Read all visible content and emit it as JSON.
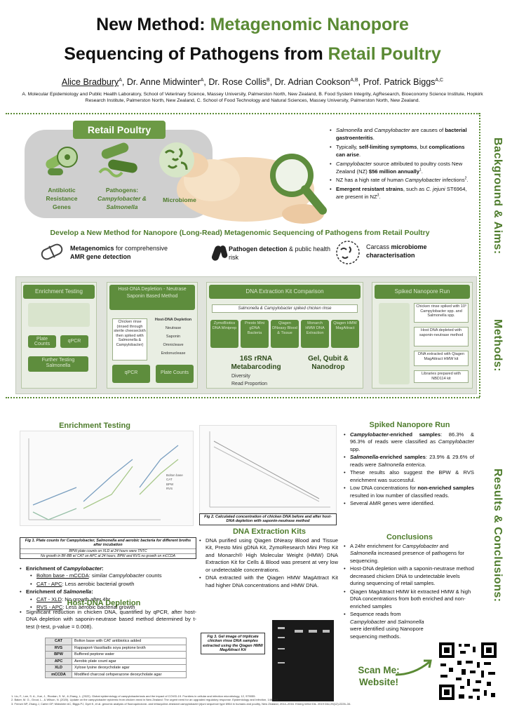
{
  "title": {
    "line1_prefix": "New Method: ",
    "line1_green": "Metagenomic Nanopore",
    "line2_prefix": "Sequencing of Pathogens from ",
    "line2_green": "Retail Poultry"
  },
  "authors": {
    "a1": "Alice Bradbury",
    "a1s": "A",
    "a2": ", Dr. Anne Midwinter",
    "a2s": "A",
    "a3": ", Dr. Rose Collis",
    "a3s": "B",
    "a4": ", Dr. Adrian Cookson",
    "a4s": "A,B",
    "a5": ", Prof. Patrick Biggs",
    "a5s": "A,C"
  },
  "affiliations": "A. Molecular Epidemiology and Public Health Laboratory, School of Veterinary Science, Massey University, Palmerston North, New Zealand, B. Food System Integrity, AgResearch, Bioeconomy Science Institute, Hopkirk Research Institute, Palmerston North, New Zealand, C. School of Food Technology and Natural Sciences, Massey University, Palmerston North, New Zealand.",
  "retail": {
    "title": "Retail Poultry",
    "amr": "Antibiotic Resistance Genes",
    "pathogens_label": "Pathogens:",
    "pathogens_names": "Campylobacter & Salmonella",
    "microbiome": "Microbiome"
  },
  "background": {
    "b1a": "Salmonella",
    "b1b": " and ",
    "b1c": "Campylobacter",
    "b1d": " are causes of ",
    "b1e": "bacterial gastroenteritis",
    "b2a": "Typically, ",
    "b2b": "self-limiting symptoms",
    "b2c": ", but ",
    "b2d": "complications can arise",
    "b3a": "Campylobacter",
    "b3b": " source attributed to poultry costs New Zealand (NZ) ",
    "b3c": "$56 million annually",
    "b3d": "1",
    "b4a": "NZ has a high rate of human ",
    "b4b": "Campylobacter",
    "b4c": " infections",
    "b4d": "2",
    "b5a": "Emergent resistant strains",
    "b5b": ", such as ",
    "b5c": "C. jejuni",
    "b5d": " ST6964, are present in NZ",
    "b5e": "3"
  },
  "sidebar": {
    "background": "Background & Aims:",
    "methods": "Methods:",
    "results": "Results & Conclusions:"
  },
  "aims": {
    "heading": "Develop a New Method for Nanopore (Long-Read) Metagenomic Sequencing of Pathogens from Retail Poultry",
    "a1b": "Metagenomics",
    "a1r": " for comprehensive ",
    "a1c": "AMR gene detection",
    "a2b": "Pathogen detection",
    "a2r": " & public health risk",
    "a3r": "Carcass ",
    "a3b": "microbiome characterisation"
  },
  "methods": {
    "enrich": {
      "title": "Enrichment Testing",
      "plate": "Plate Counts",
      "qpcr": "qPCR",
      "further": "Further Testing Salmonella"
    },
    "depl": {
      "title": "Host-DNA Depletion - Neutrase Saponin Based Method",
      "hostdna": "Host-DNA Depletion",
      "neutrase": "Neutrase",
      "saponin": "Saponin",
      "omni": "Omnicleave Endonuclease",
      "rinse": "Chicken rinse (rinsed through sterile cheesecloth then spiked with Salmonella & Campylobacter)",
      "qpcr": "qPCR",
      "plate": "Plate Counts"
    },
    "kit": {
      "title": "DNA Extraction Kit Comparison",
      "spiked": "Salmonella & Campylobacter spiked chicken rinse",
      "k1": "ZymoBiotics DNA Miniprep",
      "k2": "Presto Mini gDNA Bacteria",
      "k3": "Qiagen DNeasy Blood & Tissue",
      "k4": "Monarch HMW DNA Extraction",
      "k5": "Qiagen HMW MagAttract",
      "r16s": "16S rRNA Metabarcoding",
      "gel": "Gel, Qubit & Nanodrop",
      "div": "Diversity",
      "read": "Read Proportion"
    },
    "spiked": {
      "title": "Spiked Nanopore Run",
      "s1": "Chicken rinse spiked with 10³ Campylobacter spp. and Salmonella spp.",
      "s2": "Host DNA depleted with saponin-neutrase method",
      "s3": "DNA extracted with Qiagen MagAttract HMW kit",
      "s4": "Libraries prepared with NBD114 kit"
    }
  },
  "results": {
    "enrich_title": "Enrichment Testing",
    "fig1": "Fig 1. Plate counts for Campylobacter, Salmonella and aerobic bacteria for different broths after incubation",
    "fig1_note1": "BPW plate counts on XLD at 24 hours were TNTC",
    "fig1_note2": "No growth in BF-BB w/ CAT on APC at 24 hours, BPW and RVS no growth on mCCDA",
    "legend": [
      "Bolton base",
      "CAT",
      "BPW",
      "RVS"
    ],
    "e1a": "Enrichment of ",
    "e1b": "Campylobacter",
    "e1s1a": "Bolton base - mCCDA",
    "e1s1b": ": similar ",
    "e1s1c": "Campylobacter",
    "e1s1d": " counts",
    "e1s2a": "CAT - APC",
    "e1s2b": ": Less aerobic bacterial growth",
    "e2a": "Enrichment of ",
    "e2b": "Salmonella",
    "e2s1a": "CAT - XLD",
    "e2s1b": ": No growth after 4hr",
    "e2s2a": "RVS - APC",
    "e2s2b": ": Less aerobic bacterial growth",
    "host_title": "Host-DNA Depletion",
    "host_text": "Significant reduction in chicken DNA, quantified by qPCR, after host-DNA depletion with saponin-neutrase based method determined by t-test (t-test, p-value = 0.008).",
    "abbr": [
      [
        "CAT",
        "Bolton base with CAT antibiotics added"
      ],
      [
        "RVS",
        "Rappaport-Vassiliadis soya peptone broth"
      ],
      [
        "BPW",
        "Buffered peptone water"
      ],
      [
        "APC",
        "Aerobic plate count agar"
      ],
      [
        "XLD",
        "Xylose lysine deoxycholate agar"
      ],
      [
        "mCCDA",
        "Modified charcoal cefoperazone deoxycholate agar"
      ]
    ],
    "fig2": "Fig 2. Calculated concentration of chicken DNA before and after host-DNA depletion with saponin-neutrase method",
    "kits_title": "DNA Extraction Kits",
    "k1": "DNA purified using Qiagen DNeasy Blood and Tissue Kit, Presto Mini gDNA Kit, ZymoResearch Mini Prep Kit and Monarch® High Molecular Weight (HMW) DNA Extraction Kit for Cells & Blood was present at very low or undetectable concentrations.",
    "k2": "DNA extracted with the Qiagen HMW MagAttract Kit had higher DNA concentrations and HMW DNA.",
    "fig3": "Fig 3. Gel image of triplicate chicken rinse DNA samples extracted using the Qiagen HMW MagAttract Kit",
    "spiked_title": "Spiked Nanopore Run",
    "sp1a": "Campylobacter",
    "sp1b": "-enriched samples",
    ":": ":",
    "sp1c": ": 86.3% & 96.3% of reads were classified as ",
    "sp1d": "Campylobacter",
    "sp1e": " spp.",
    "sp2a": "Salmonella",
    "sp2b": "-enriched samples",
    "sp2c": ": 23.9% & 29.6% of reads were ",
    "sp2d": "Salmonella enterica",
    "sp3": "These results also suggest the BPW & RVS enrichment was successful.",
    "sp4a": "Low DNA concentrations for ",
    "sp4b": "non-enriched samples",
    "sp4c": " resulted in low number of classified reads.",
    "sp5": "Several AMR genes were identified.",
    "conc_title": "Conclusions",
    "c1a": "A 24hr enrichment for ",
    "c1b": "Campylobacter",
    "c1c": " and ",
    "c1d": "Salmonella",
    "c1e": " increased presence of pathogens for sequencing.",
    "c2": "Host-DNA depletion with a saponin-neutrase method decreased chicken DNA to undetectable levels during sequencing of retail samples.",
    "c3": "Qiagen MagAttract HMW kit extracted HMW & high DNA concentrations from both enriched and non-enriched samples",
    "c4a": "Sequence reads from ",
    "c4b": "Campylobacter",
    "c4c": " and ",
    "c4d": "Salmonella",
    "c4e": " were identified using Nanopore sequencing methods.",
    "scan": "Scan Me: Website!"
  },
  "refs": [
    "1. Liu, F., Lee, S. A., Xue, J., Riordan, S. M., & Zhang, L. (2022). Global epidemiology of campylobacteriosis and the impact of COVID-19. Frontiers in cellular and infection microbiology, 12, 979055.",
    "2. Baker, M. G., Grout, L., & Wilson, N. (2020). Update on the campylobacter epidemic from chicken meat in New Zealand: The urgent need for an upgraded regulatory response. Epidemiology and Infection, 148, e11.",
    "3. French NP, Zhang J, Carter GP, Midwinter AC, Biggs PJ, Dyet K, et al. genomic analysis of fluoroquinolone- and tetracycline-resistant campylobacter jejuni sequence type 6964 in humans and poultry, New Zealand, 2014–2016. Emerg Infect Dis. 2019 Dec;25(12):2226–34."
  ],
  "colors": {
    "accent": "#5a8a34",
    "dark_green": "#4e7c2c",
    "box_green": "#5e8d3d"
  }
}
